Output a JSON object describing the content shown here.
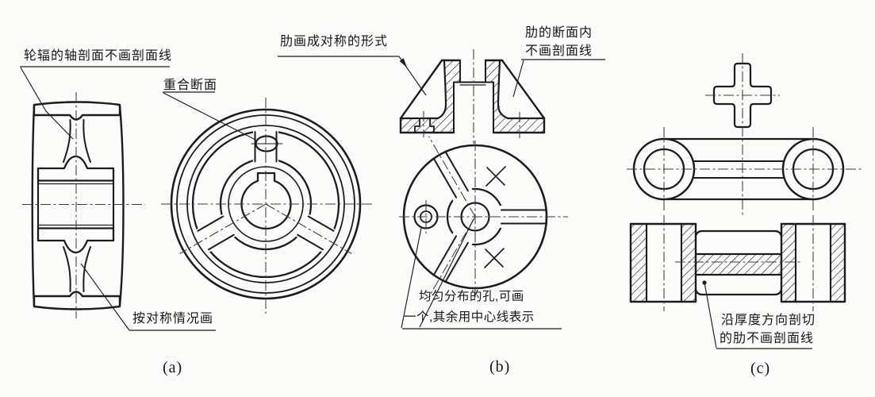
{
  "figure": {
    "background": "#fcfcfa",
    "line_color": "#1c1c1c",
    "hatch_color": "#20201e",
    "annotations": {
      "spoke_section": "轮辐的轴剖面不画剖面线",
      "coincident_section": "重合断面",
      "rib_symmetric_form": "肋画成对称的形式",
      "rib_section_line1": "肋的断面内",
      "rib_section_line2": "不画剖面线",
      "holes_line1": "均匀分布的孔,可画",
      "holes_line2": "一个,其余用中心线表示",
      "symmetric_basis": "按对称情况画",
      "thickness_rib_line1": "沿厚度方向剖切",
      "thickness_rib_line2": "的肋不画剖面线"
    },
    "labels": {
      "a": "(a)",
      "b": "(b)",
      "c": "(c)"
    }
  }
}
